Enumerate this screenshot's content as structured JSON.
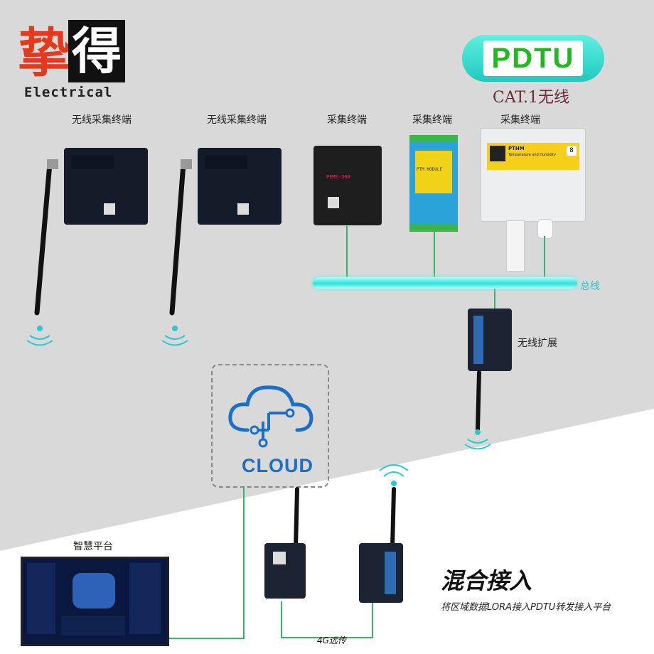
{
  "logo": {
    "cn_char_1": "挚",
    "cn_char_2": "得",
    "en_text": "Electrical"
  },
  "badge": {
    "title": "PDTU",
    "subtitle": "CAT.1无线"
  },
  "labels": {
    "wireless_terminal_1": "无线采集终端",
    "wireless_terminal_2": "无线采集终端",
    "terminal_1": "采集终端",
    "terminal_2": "采集终端",
    "terminal_3": "采集终端",
    "bus": "总线",
    "wireless_ext": "无线扩展",
    "platform": "智慧平台",
    "cloud": "CLOUD",
    "mix_title": "混合接入",
    "mix_desc": "将区域数据LORA接入PDTU转发接入平台",
    "link_4g": "4G远传"
  },
  "device_text": {
    "pems": "PEMS-300",
    "ptm": "PTM MODULE",
    "pthm": "PTHM",
    "pthm_desc": "Temperature and Humidity",
    "pthm_num": "8"
  },
  "colors": {
    "bus": "#29e4dc",
    "wire": "#33b86a",
    "cloud": "#1a6fc7",
    "badge_bg": "#20c9c0",
    "badge_text": "#22b823"
  }
}
